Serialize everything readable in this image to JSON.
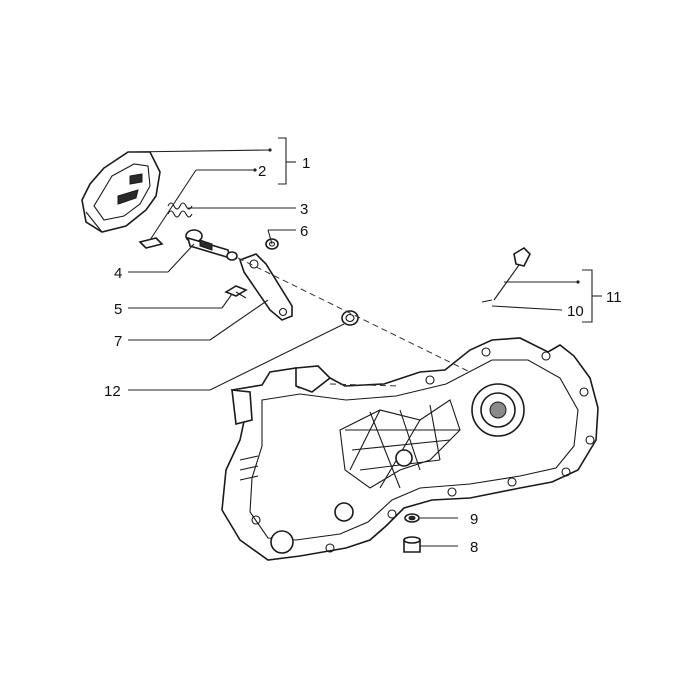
{
  "labels": {
    "l1": "1",
    "l2": "2",
    "l3": "3",
    "l4": "4",
    "l5": "5",
    "l6": "6",
    "l7": "7",
    "l8": "8",
    "l9": "9",
    "l10": "10",
    "l11": "11",
    "l12": "12"
  },
  "colors": {
    "ink": "#1a1a1a",
    "background": "#ffffff"
  }
}
